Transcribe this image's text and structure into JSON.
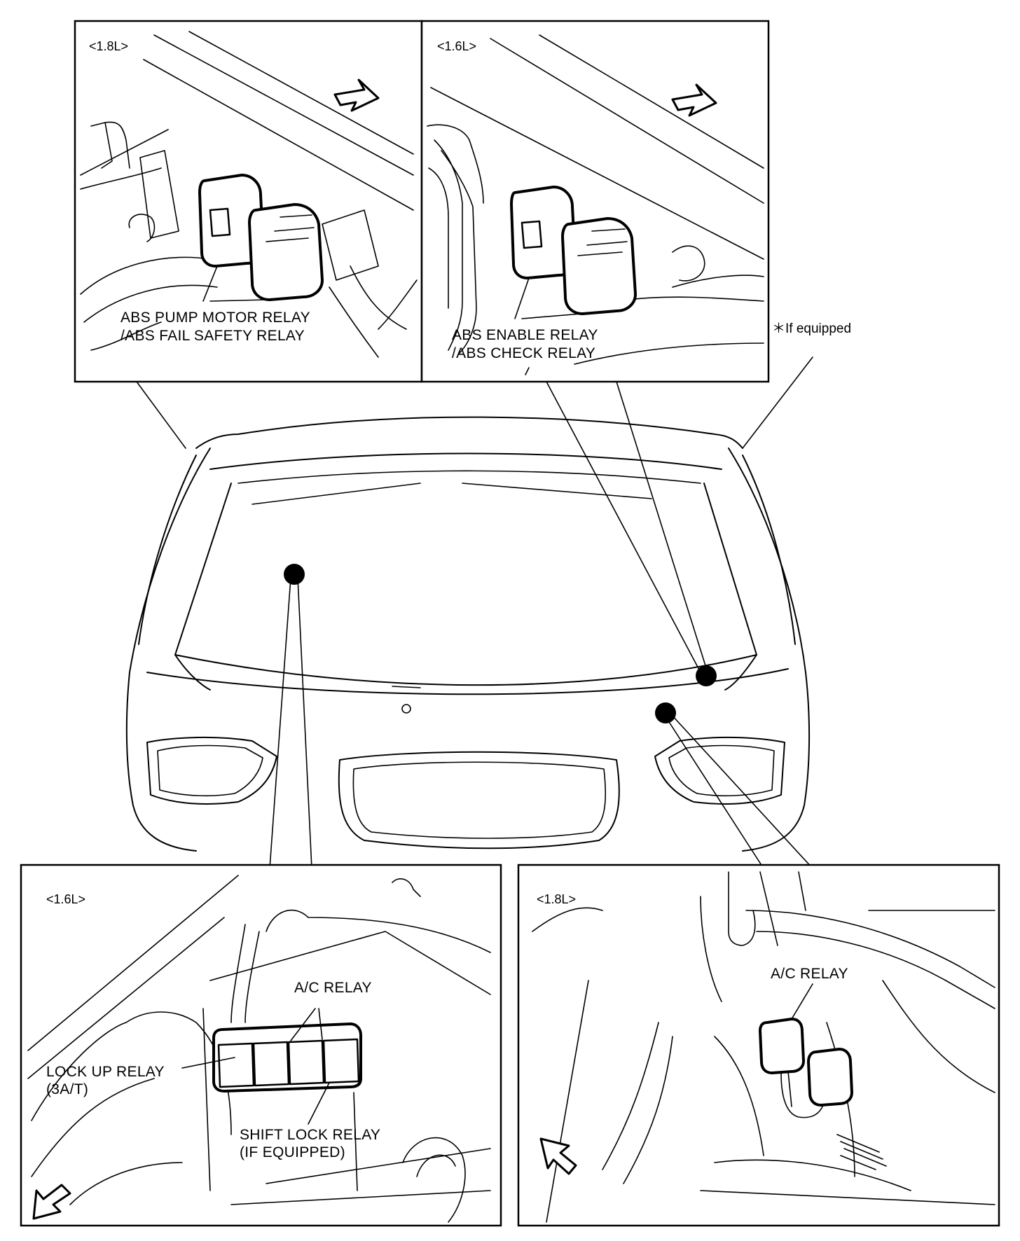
{
  "note": "＊If equipped",
  "panels": {
    "top_left": {
      "variant": "<1.8L>",
      "label_line1": "ABS PUMP MOTOR RELAY",
      "label_line2": "/ABS FAIL SAFETY RELAY"
    },
    "top_right": {
      "variant": "<1.6L>",
      "label_line1": "ABS ENABLE RELAY",
      "label_line2": "/ABS CHECK RELAY"
    },
    "bottom_left": {
      "variant": "<1.6L>",
      "ac_relay": "A/C RELAY",
      "lock_up_line1": "LOCK UP RELAY",
      "lock_up_line2": "(3A/T)",
      "shift_lock_line1": "SHIFT LOCK RELAY",
      "shift_lock_line2": "(IF EQUIPPED)"
    },
    "bottom_right": {
      "variant": "<1.8L>",
      "ac_relay": "A/C RELAY"
    }
  }
}
